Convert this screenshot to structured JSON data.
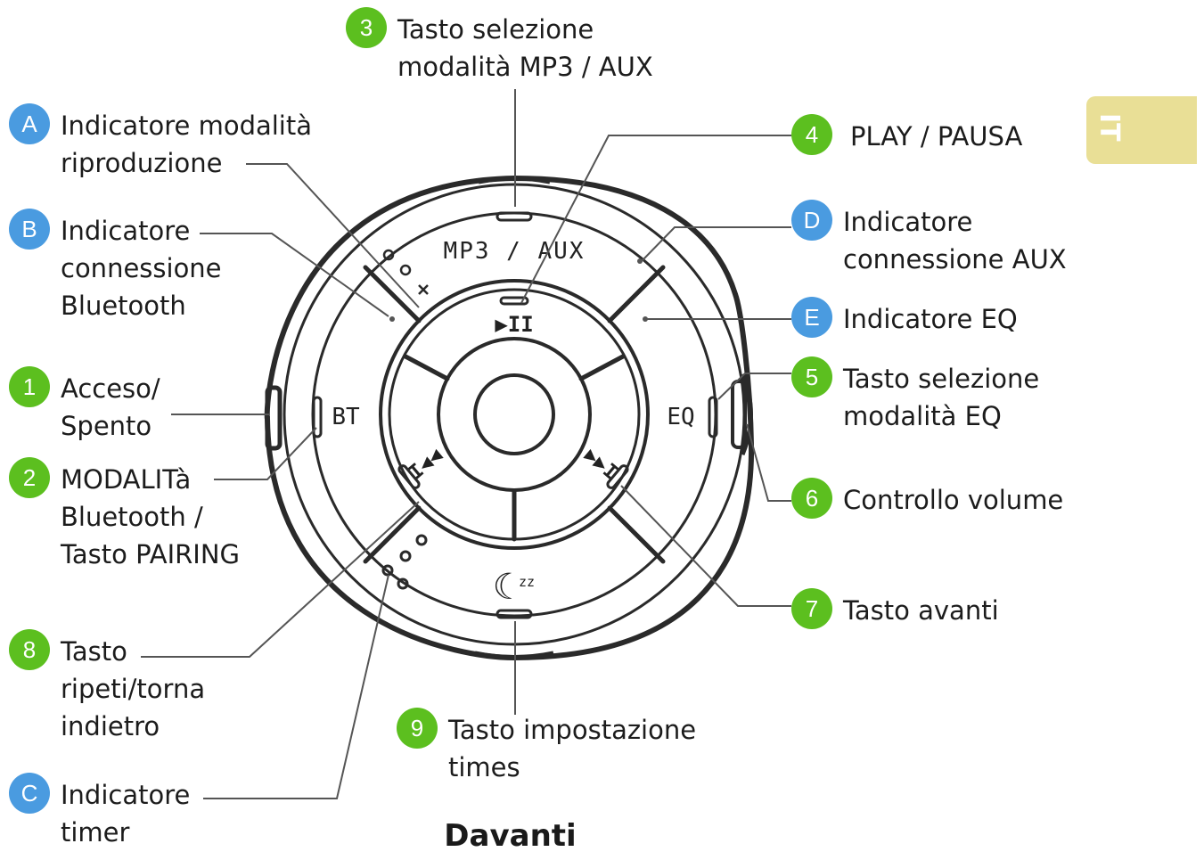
{
  "caption": "Davanti",
  "language_tab": "IT",
  "device": {
    "mode_label": "MP3 / AUX",
    "bt_label": "BT",
    "eq_label": "EQ",
    "play_pause_glyph": "▶II",
    "prev_glyph": "I◀◀",
    "next_glyph": "▶▶I",
    "sleep_glyph": "☾",
    "sleep_z": "zz"
  },
  "callouts": {
    "c3": {
      "badge": "3",
      "lines": [
        "Tasto selezione",
        "modalità MP3 / AUX"
      ]
    },
    "cA": {
      "badge": "A",
      "lines": [
        "Indicatore modalità",
        "riproduzione"
      ]
    },
    "c4": {
      "badge": "4",
      "lines": [
        "PLAY / PAUSA"
      ]
    },
    "cB": {
      "badge": "B",
      "lines": [
        "Indicatore",
        "connessione",
        "Bluetooth"
      ]
    },
    "cD": {
      "badge": "D",
      "lines": [
        "Indicatore",
        "connessione AUX"
      ]
    },
    "cE": {
      "badge": "E",
      "lines": [
        "Indicatore EQ"
      ]
    },
    "c1": {
      "badge": "1",
      "lines": [
        "Acceso/",
        "Spento"
      ]
    },
    "c5": {
      "badge": "5",
      "lines": [
        "Tasto selezione",
        "modalità EQ"
      ]
    },
    "c2": {
      "badge": "2",
      "lines": [
        "MODALITà",
        "Bluetooth /",
        "Tasto PAIRING"
      ]
    },
    "c6": {
      "badge": "6",
      "lines": [
        "Controllo volume"
      ]
    },
    "c7": {
      "badge": "7",
      "lines": [
        "Tasto avanti"
      ]
    },
    "c8": {
      "badge": "8",
      "lines": [
        "Tasto",
        "ripeti/torna",
        "indietro"
      ]
    },
    "c9": {
      "badge": "9",
      "lines": [
        "Tasto impostazione",
        "times"
      ]
    },
    "cC": {
      "badge": "C",
      "lines": [
        "Indicatore",
        "timer"
      ]
    }
  },
  "colors": {
    "badge_numbered": "#5cbf1f",
    "badge_lettered": "#4a9be0",
    "tab": "#e9df96"
  }
}
